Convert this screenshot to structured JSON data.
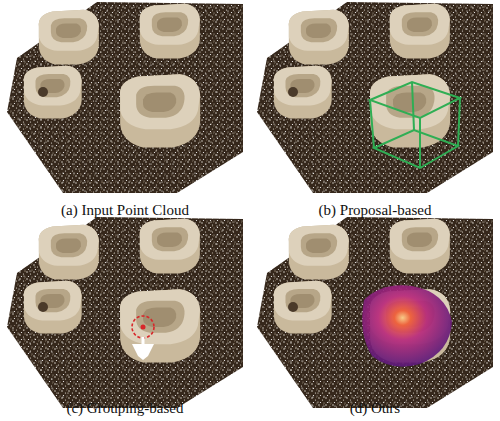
{
  "diagram": {
    "labels": [
      "(a) Input Point Cloud",
      "(b) Proposal-based",
      "(c) Grouping-based",
      "(d) Ours"
    ]
  }
}
